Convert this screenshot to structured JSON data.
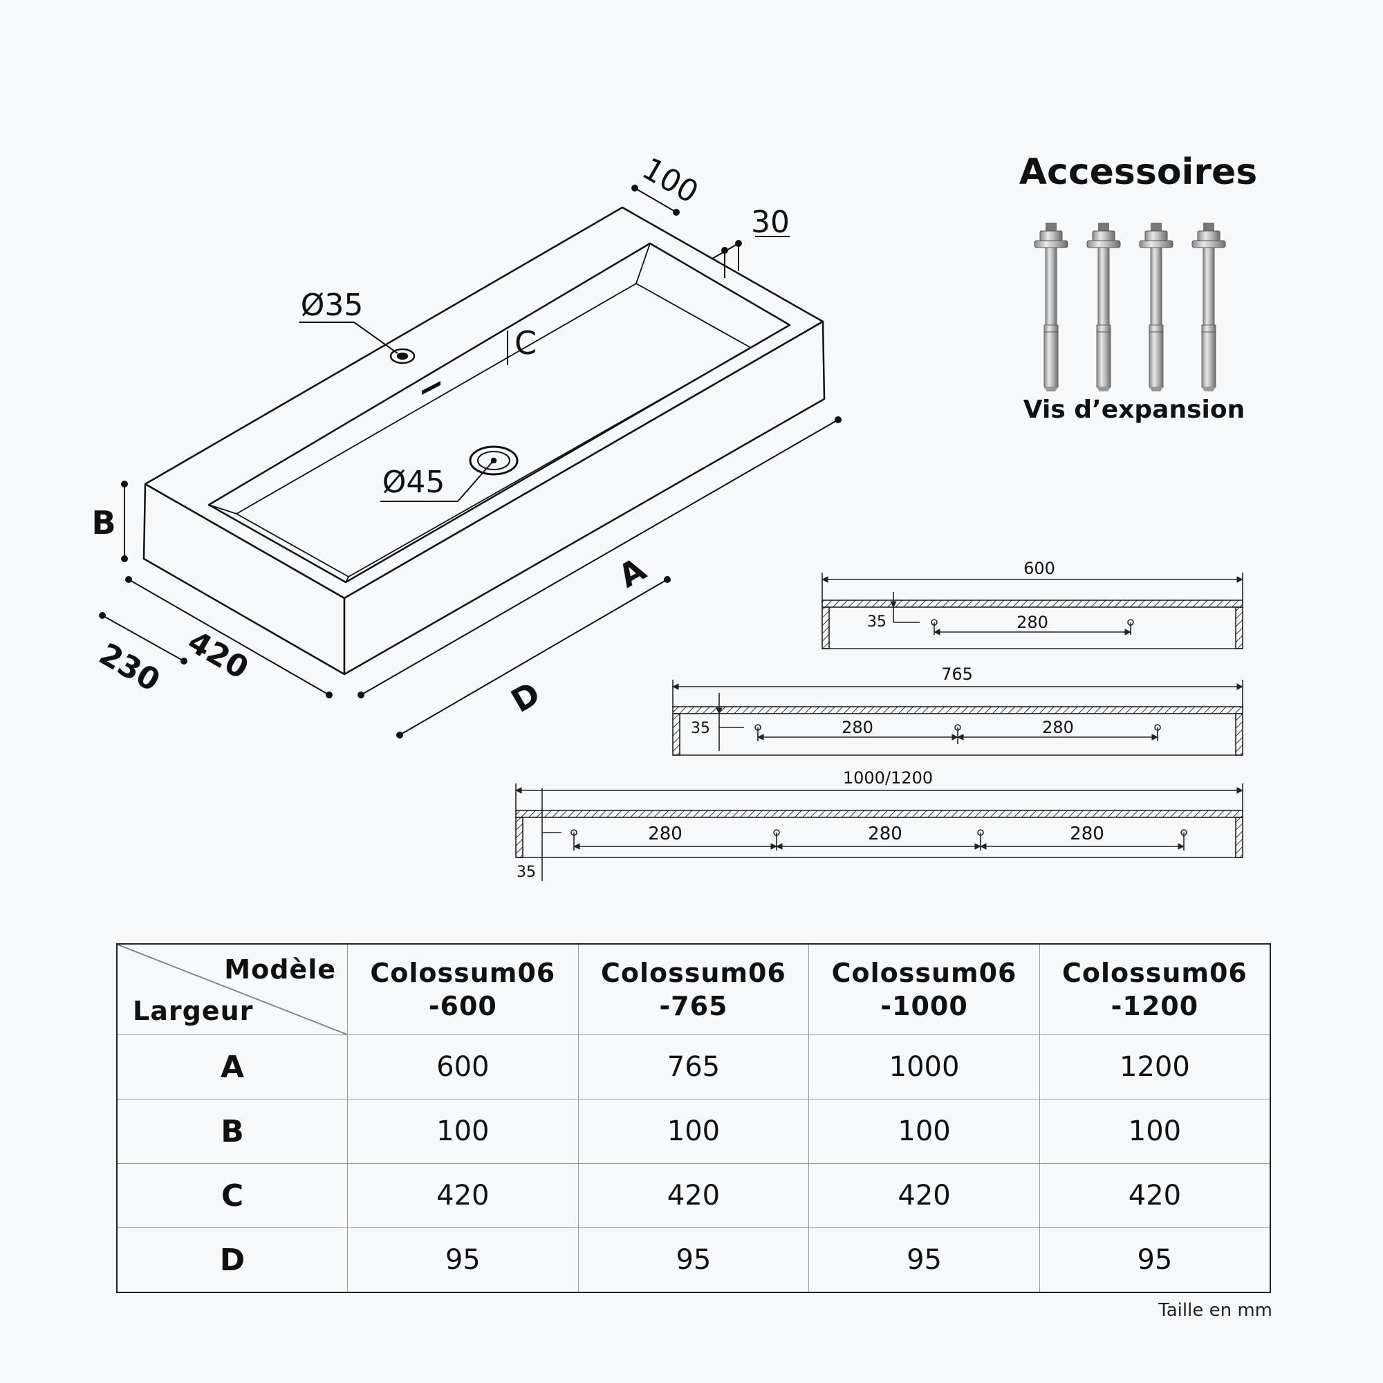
{
  "drawing": {
    "dimensions": {
      "d100": "100",
      "d30": "30",
      "hole_tap": "Ø35",
      "hole_drain": "Ø45",
      "label_a": "A",
      "label_b": "B",
      "label_c": "C",
      "label_d": "D",
      "d420": "420",
      "d230": "230"
    }
  },
  "accessories": {
    "title": "Accessoires",
    "item_label": "Vis d’expansion"
  },
  "sections": {
    "s600": {
      "total": "600",
      "edge": "35",
      "spacings": [
        "280"
      ]
    },
    "s765": {
      "total": "765",
      "edge": "35",
      "spacings": [
        "280",
        "280"
      ]
    },
    "s1000": {
      "total": "1000/1200",
      "edge": "35",
      "spacings": [
        "280",
        "280",
        "280"
      ]
    }
  },
  "table": {
    "corner_top": "Modèle",
    "corner_bottom": "Largeur",
    "models": [
      {
        "line1": "Colossum06",
        "line2": "-600"
      },
      {
        "line1": "Colossum06",
        "line2": "-765"
      },
      {
        "line1": "Colossum06",
        "line2": "-1000"
      },
      {
        "line1": "Colossum06",
        "line2": "-1200"
      }
    ],
    "rows": [
      {
        "label": "A",
        "values": [
          "600",
          "765",
          "1000",
          "1200"
        ]
      },
      {
        "label": "B",
        "values": [
          "100",
          "100",
          "100",
          "100"
        ]
      },
      {
        "label": "C",
        "values": [
          "420",
          "420",
          "420",
          "420"
        ]
      },
      {
        "label": "D",
        "values": [
          "95",
          "95",
          "95",
          "95"
        ]
      }
    ]
  },
  "footnote": "Taille en mm"
}
